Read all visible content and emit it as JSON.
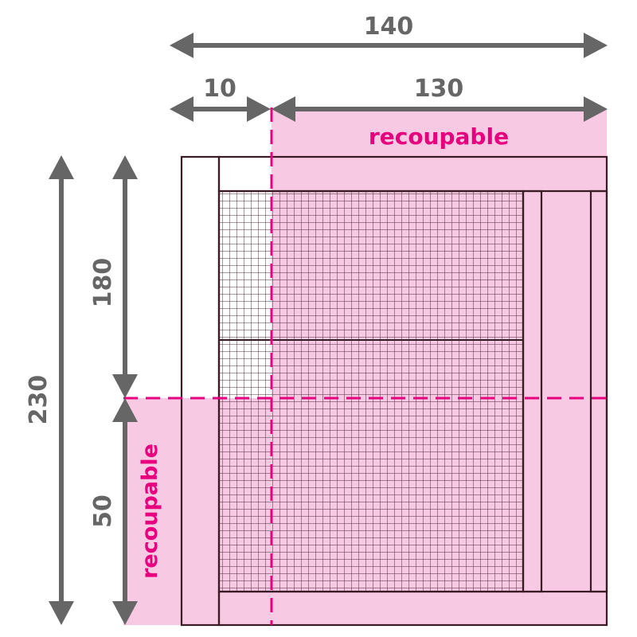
{
  "dimensions": {
    "total_width": "140",
    "left_width": "10",
    "right_width": "130",
    "upper_height": "180",
    "total_height": "230",
    "lower_height": "50"
  },
  "zones": {
    "top_label": "recoupable",
    "side_label": "recoupable"
  },
  "colors": {
    "dimension": "#666666",
    "accent": "#e6007e",
    "zone_fill": "#f7c9e2",
    "frame": "#3a1a25"
  }
}
